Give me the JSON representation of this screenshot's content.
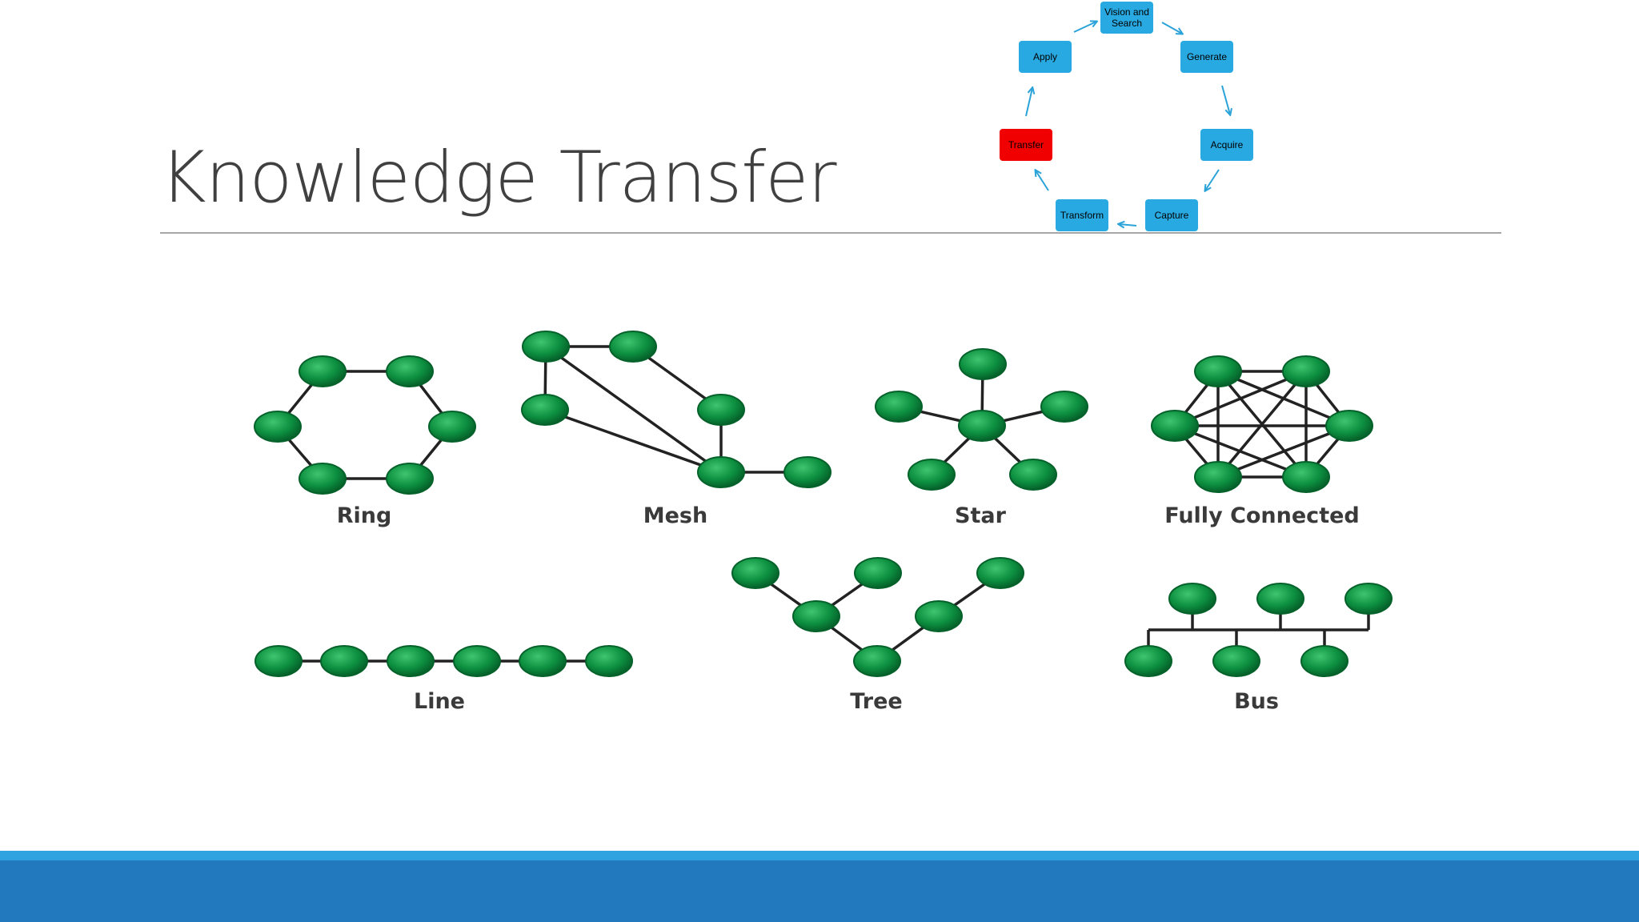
{
  "slide": {
    "title": "Knowledge Transfer"
  },
  "colors": {
    "cycle_box": "#29a9e1",
    "cycle_highlight": "#f00000",
    "cycle_arrow": "#2ba3d8",
    "node_fill": "#0d9141",
    "node_dark": "#05612a",
    "link": "#222222",
    "footer_band": "#2379bd",
    "footer_accent": "#2fa3e0"
  },
  "cycle": {
    "steps": [
      {
        "label": "Vision and\nSearch",
        "highlight": false
      },
      {
        "label": "Generate",
        "highlight": false
      },
      {
        "label": "Acquire",
        "highlight": false
      },
      {
        "label": "Capture",
        "highlight": false
      },
      {
        "label": "Transform",
        "highlight": false
      },
      {
        "label": "Transfer",
        "highlight": true
      },
      {
        "label": "Apply",
        "highlight": false
      }
    ],
    "arrow_icon": "arrow-icon"
  },
  "topologies": [
    {
      "name": "ring",
      "label": "Ring"
    },
    {
      "name": "mesh",
      "label": "Mesh"
    },
    {
      "name": "star",
      "label": "Star"
    },
    {
      "name": "fully-connected",
      "label": "Fully Connected"
    },
    {
      "name": "line",
      "label": "Line"
    },
    {
      "name": "tree",
      "label": "Tree"
    },
    {
      "name": "bus",
      "label": "Bus"
    }
  ],
  "footer": {
    "icon": "none"
  }
}
